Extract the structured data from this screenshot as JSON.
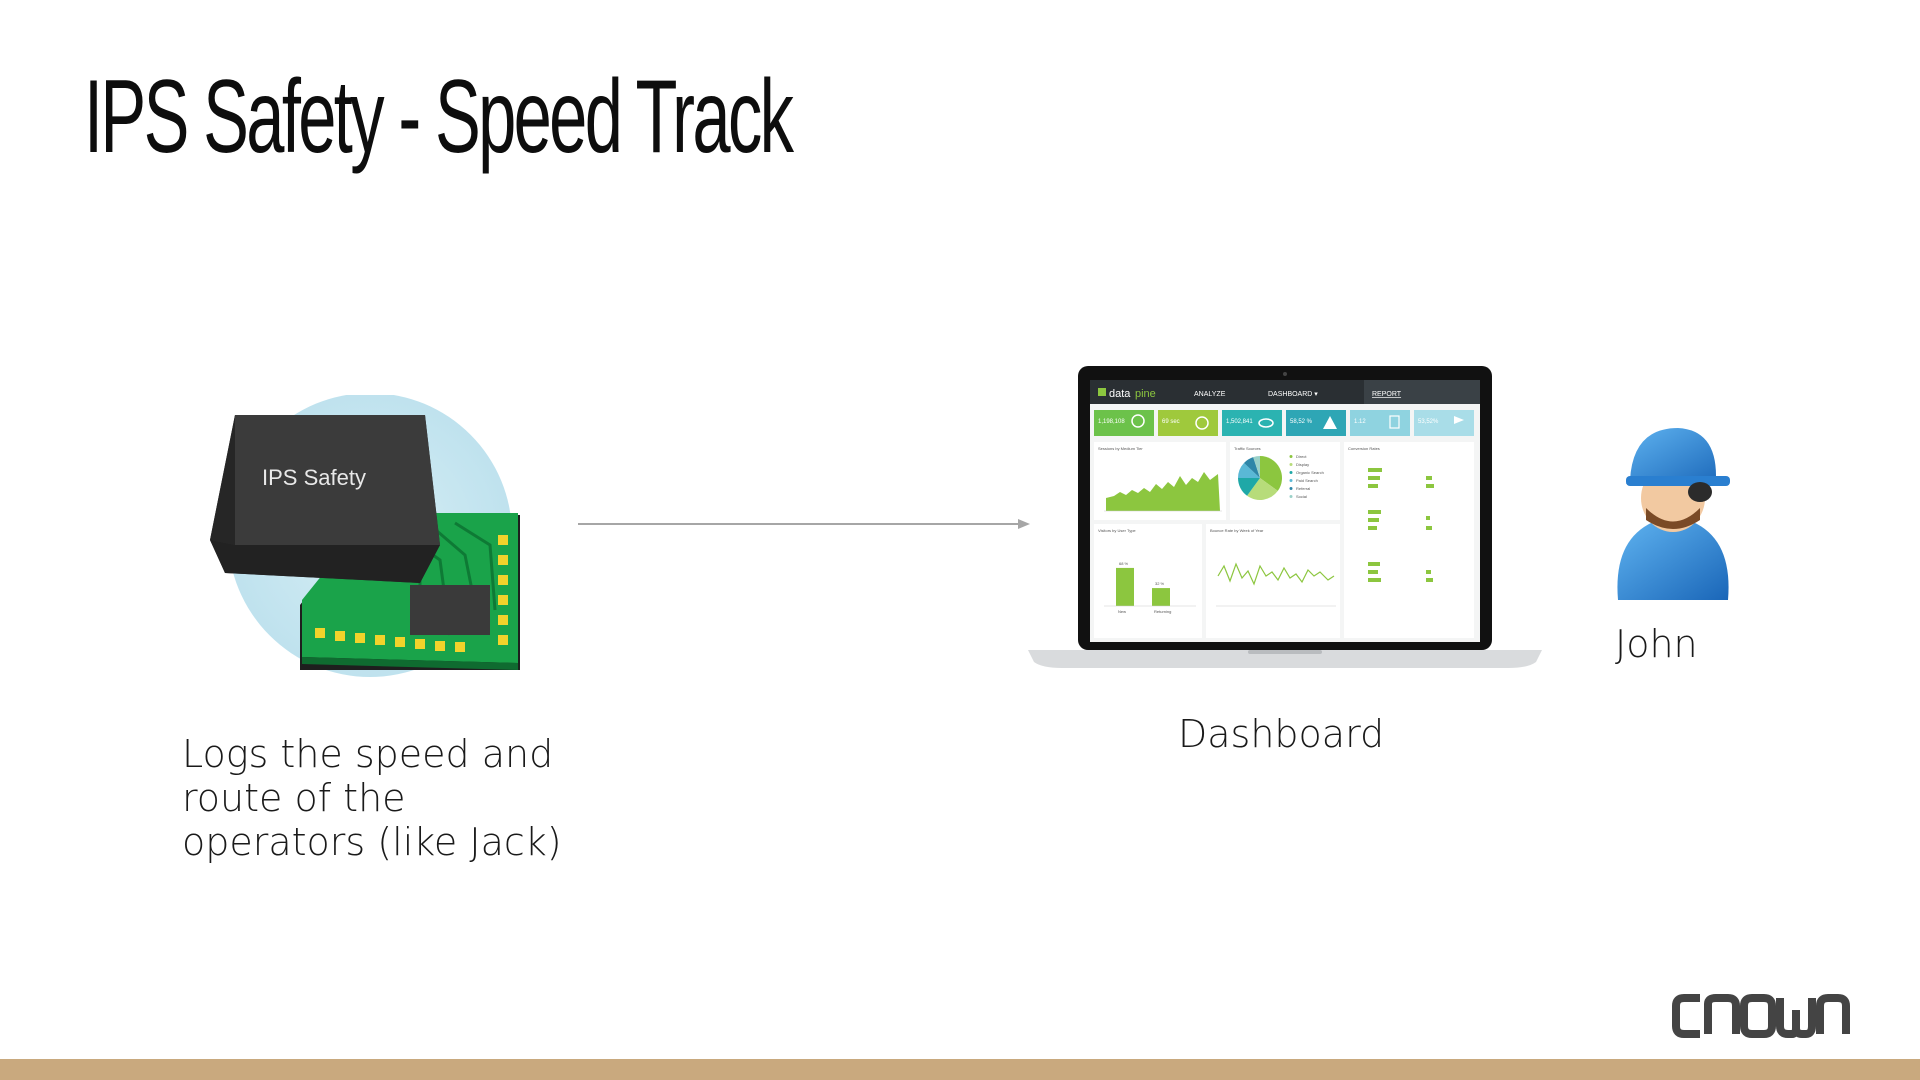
{
  "slide": {
    "title": "IPS Safety - Speed Track"
  },
  "chip": {
    "label": "IPS Safety",
    "caption_lines": [
      "Logs the speed and",
      "route of the",
      "operators (like Jack)"
    ]
  },
  "dashboard": {
    "caption": "Dashboard",
    "brand_left": "data",
    "brand_right": "pine",
    "nav": [
      "ANALYZE",
      "DASHBOARD ▾",
      "REPORT"
    ],
    "kpis": [
      "1,198,108",
      "69 sec",
      "1,502,841",
      "58,52 %",
      "1.12",
      "53,52%"
    ],
    "panels": [
      "Sessions by Medium Tier",
      "Traffic Sources",
      "Conversion Rates",
      "Visitors by User Type",
      "Bounce Rate by Week of Year"
    ],
    "pie_legend": [
      "Direct",
      "Display",
      "Organic Search",
      "Paid Search",
      "Referral",
      "Social"
    ],
    "bar_labels": [
      "New",
      "Returning"
    ],
    "bar_values": [
      "68 %",
      "32 %"
    ],
    "bar_fractions": [
      0.68,
      0.32
    ],
    "pie_fractions": [
      0.35,
      0.25,
      0.15,
      0.12,
      0.08,
      0.05
    ]
  },
  "user": {
    "name": "John"
  },
  "logo": {
    "text": "CROWN"
  },
  "colors": {
    "footer": "#c9a97e",
    "kpi_green": "#6cc24a",
    "kpi_lime": "#9fc93c",
    "kpi_teal": "#2bb3b1",
    "kpi_light": "#8fd3e0",
    "chart_green": "#8cc63f",
    "pie_teal": "#1fa8a7",
    "logo": "#444444"
  }
}
